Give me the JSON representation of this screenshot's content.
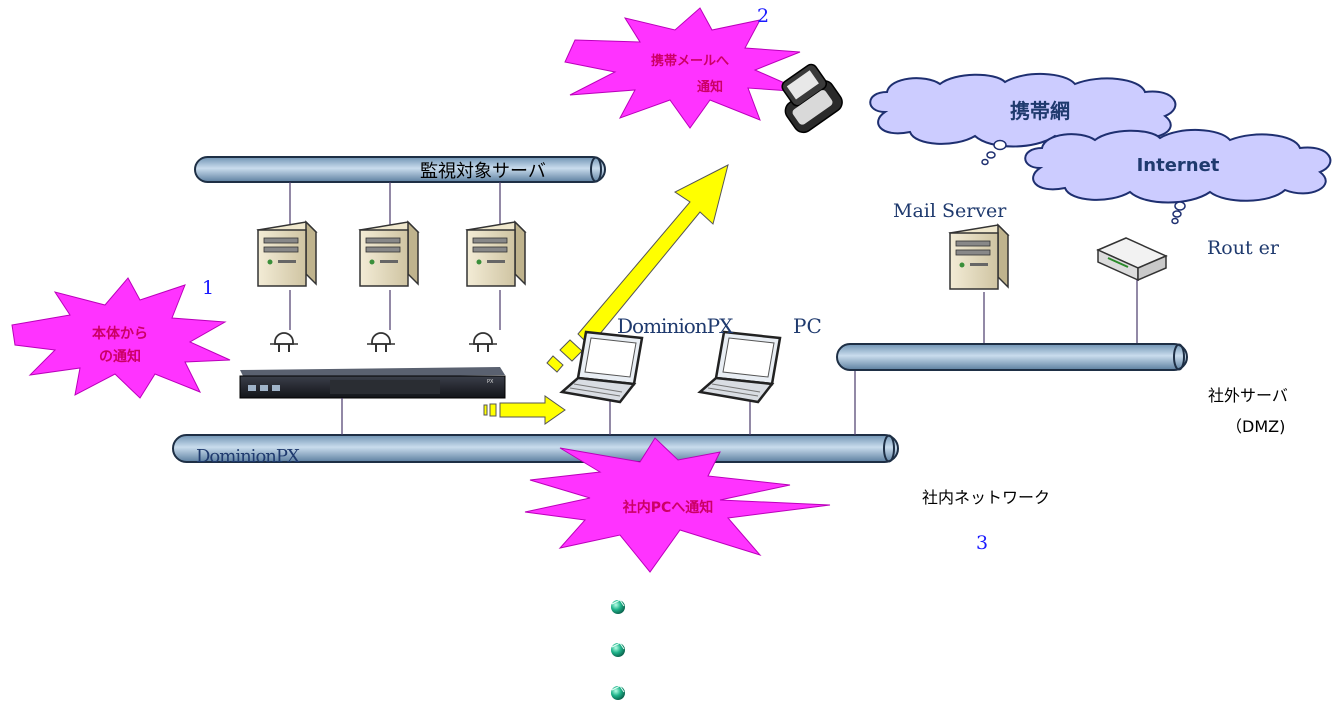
{
  "colors": {
    "burst_fill": "#ff33ff",
    "burst_text": "#cc0066",
    "bus_fill": "#a9c7df",
    "cloud_fill": "#ccccff",
    "arrow_fill": "#ffff00",
    "number_color": "#1a1aff",
    "serif_label": "#1f3a6e"
  },
  "labels": {
    "monitored_servers": "監視対象サーバ",
    "mail_server": "Mail Server",
    "router": "Rout er",
    "dominion_px_pc": "DominionPX",
    "pc": "PC",
    "dominion_px_bus": "DominionPX",
    "external_servers": "社外サーバ",
    "dmz": "（DMZ)",
    "internal_network": "社内ネットワーク"
  },
  "clouds": {
    "mobile_network": "携帯網",
    "internet": "Internet"
  },
  "bursts": {
    "device_notify_line1": "本体から",
    "device_notify_line2": "の通知",
    "mobile_mail_line1": "携帯メールへ",
    "mobile_mail_line2": "通知",
    "internal_pc": "社内PCへ通知"
  },
  "numbers": {
    "n1": "1",
    "n2": "2",
    "n3": "3"
  },
  "icons": {
    "server": "tower-server-icon",
    "outlet": "power-plug-icon",
    "pdu": "rack-pdu-icon",
    "laptop": "laptop-icon",
    "phone": "flip-phone-icon",
    "router": "router-icon",
    "bullet": "green-gem-bullet-icon"
  }
}
